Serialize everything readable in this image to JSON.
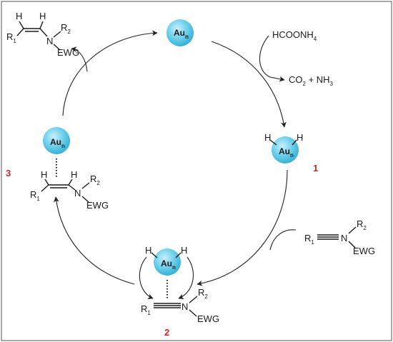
{
  "catalyst": {
    "symbol": "Au",
    "subscript": "n",
    "color": "#6fd0ec",
    "color_dark": "#36b2d6",
    "color_light": "#c8f0fb"
  },
  "reagents": {
    "hydrogen_source": "HCOONH",
    "hydrogen_source_sub": "4",
    "byproduct_co2": "CO",
    "byproduct_co2_sub": "2",
    "byproduct_plus": " + NH",
    "byproduct_nh3_sub": "3"
  },
  "atoms": {
    "H": "H",
    "N": "N",
    "R": "R",
    "sub1": "1",
    "sub2": "2",
    "EWG": "EWG"
  },
  "labels": {
    "hydride": "1",
    "alkyne_complex": "2",
    "alkene_complex": "3"
  },
  "label_color": "#d42020"
}
